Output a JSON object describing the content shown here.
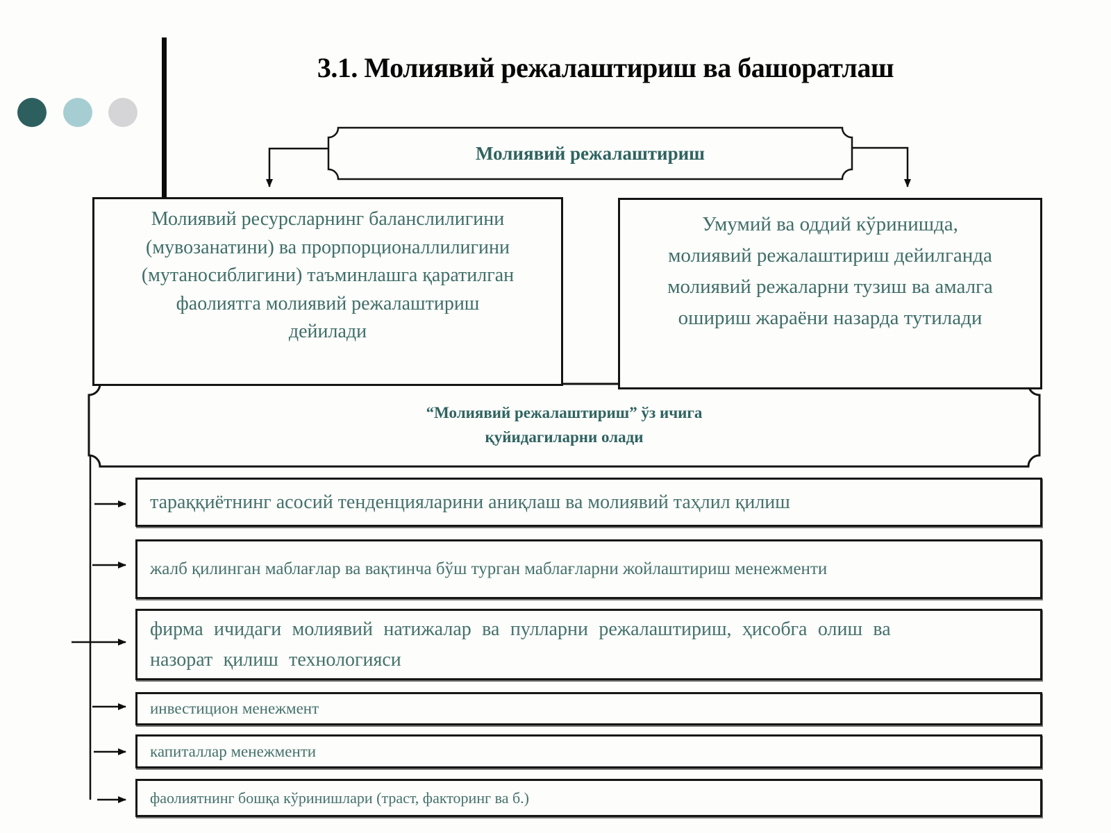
{
  "slide": {
    "title": "3.1. Молиявий режалаштириш ва башоратлаш",
    "top_node": {
      "label": "Молиявий режалаштириш"
    },
    "definition_left": "Молиявий ресурсларнинг баланслилигини\n(мувозанатини) ва прорпорционаллилигини\n(мутаносиблигини) таъминлашга қаратилган\nфаолиятга молиявий режалаштириш\nдейилади",
    "definition_right": "Умумий  ва оддий кўринишда,\nмолиявий режалаштириш дейилганда\nмолиявий режаларни тузиш ва амалга\nошириш жараёни назарда тутилади",
    "includes_banner": "“Молиявий режалаштириш” ўз ичига\nқуйидагиларни олади",
    "items": [
      {
        "label": "тараққиётнинг асосий тенденцияларини аниқлаш ва молиявий таҳлил қилиш"
      },
      {
        "label": "жалб қилинган маблағлар ва вақтинча бўш турган маблағларни жойлаштириш менежменти"
      },
      {
        "label": "фирма ичидаги молиявий натижалар ва пулларни режалаштириш, ҳисобга олиш ва\nназорат қилиш технологияси"
      },
      {
        "label": "инвестицион менежмент"
      },
      {
        "label": "капиталлар менежменти"
      },
      {
        "label": "фаолиятнинг бошқа кўринишлари (траст, факторинг ва б.)"
      }
    ],
    "colors": {
      "accent_text": "#3f6e68",
      "node_text": "#2e6360",
      "border": "#141414",
      "bullet_dark_teal": "#2d5f5f",
      "bullet_light_teal": "#a6ced2",
      "bullet_gray": "#d5d5d7"
    }
  }
}
